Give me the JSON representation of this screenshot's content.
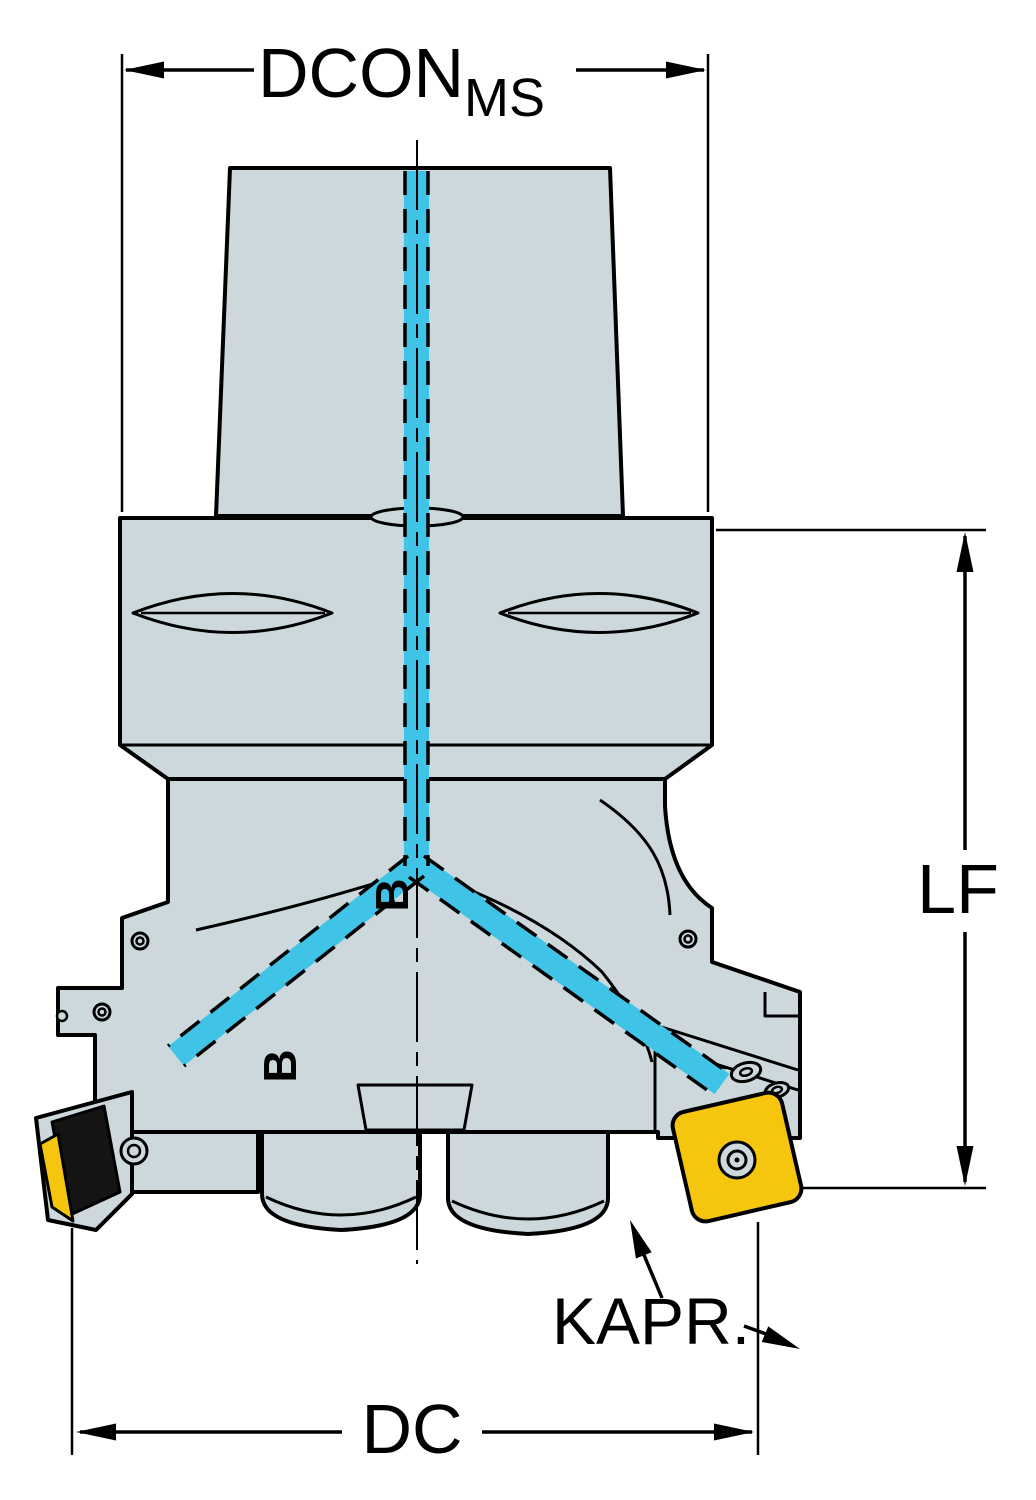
{
  "drawing": {
    "title": "Milling cutter dimensional drawing",
    "colors": {
      "body": "#ccd8dc",
      "outline": "#000000",
      "coolant": "#3fc3e6",
      "insert": "#f5c60d",
      "insert_dark": "#141414",
      "background": "#ffffff"
    },
    "dimensions": {
      "dcon": {
        "label": "DCON",
        "subscript": "MS"
      },
      "lf": {
        "label": "LF"
      },
      "kapr": {
        "label": "KAPR."
      },
      "dc": {
        "label": "DC"
      }
    },
    "section_labels": {
      "junction": "B",
      "face": "B"
    }
  }
}
